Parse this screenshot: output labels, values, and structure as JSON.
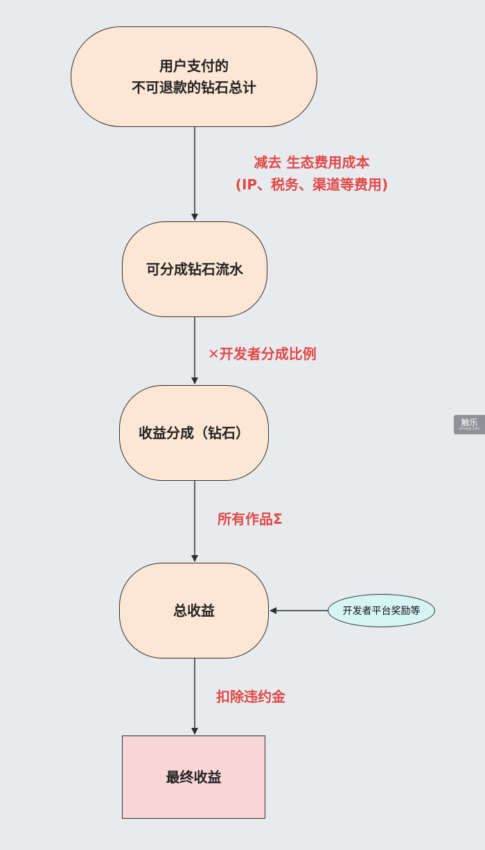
{
  "nodes": {
    "start": {
      "line1": "用户支付的",
      "line2": "不可退款的钻石总计"
    },
    "diamond_flow": "可分成钻石流水",
    "revenue_share": "收益分成（钻石）",
    "total_revenue": "总收益",
    "final_revenue": "最终收益",
    "developer_rewards": "开发者平台奖励等"
  },
  "edges": {
    "minus_costs": {
      "line1": "减去 生态费用成本",
      "line2": "(IP、税务、渠道等费用)"
    },
    "times_ratio": "✕开发者分成比例",
    "sum_all_works": "所有作品Σ",
    "deduct_penalty": "扣除违约金"
  },
  "watermark": {
    "text": "触乐",
    "sub": "chuapp.com"
  },
  "colors": {
    "background": "#e8ebee",
    "rounded_fill": "#fde7d4",
    "final_fill": "#f8d6d8",
    "reward_fill": "#d6f4f2",
    "edge_label": "#e04848",
    "stroke": "#2f2f2f"
  }
}
